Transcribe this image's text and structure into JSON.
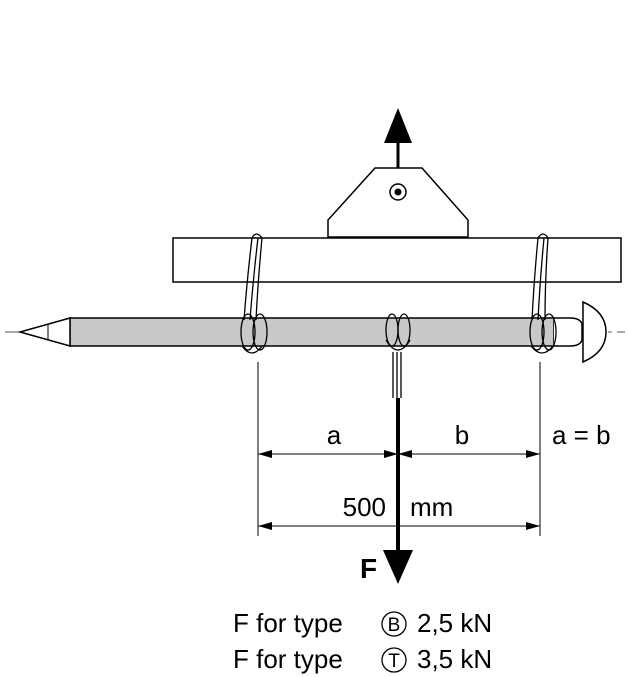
{
  "labels": {
    "a": "a",
    "b": "b",
    "equality": "a = b",
    "distance_value": "500",
    "distance_unit": "mm",
    "force": "F"
  },
  "notes": [
    {
      "prefix": "F for type",
      "type": "B",
      "value": "2,5 kN"
    },
    {
      "prefix": "F for type",
      "type": "T",
      "value": "3,5 kN"
    }
  ]
}
